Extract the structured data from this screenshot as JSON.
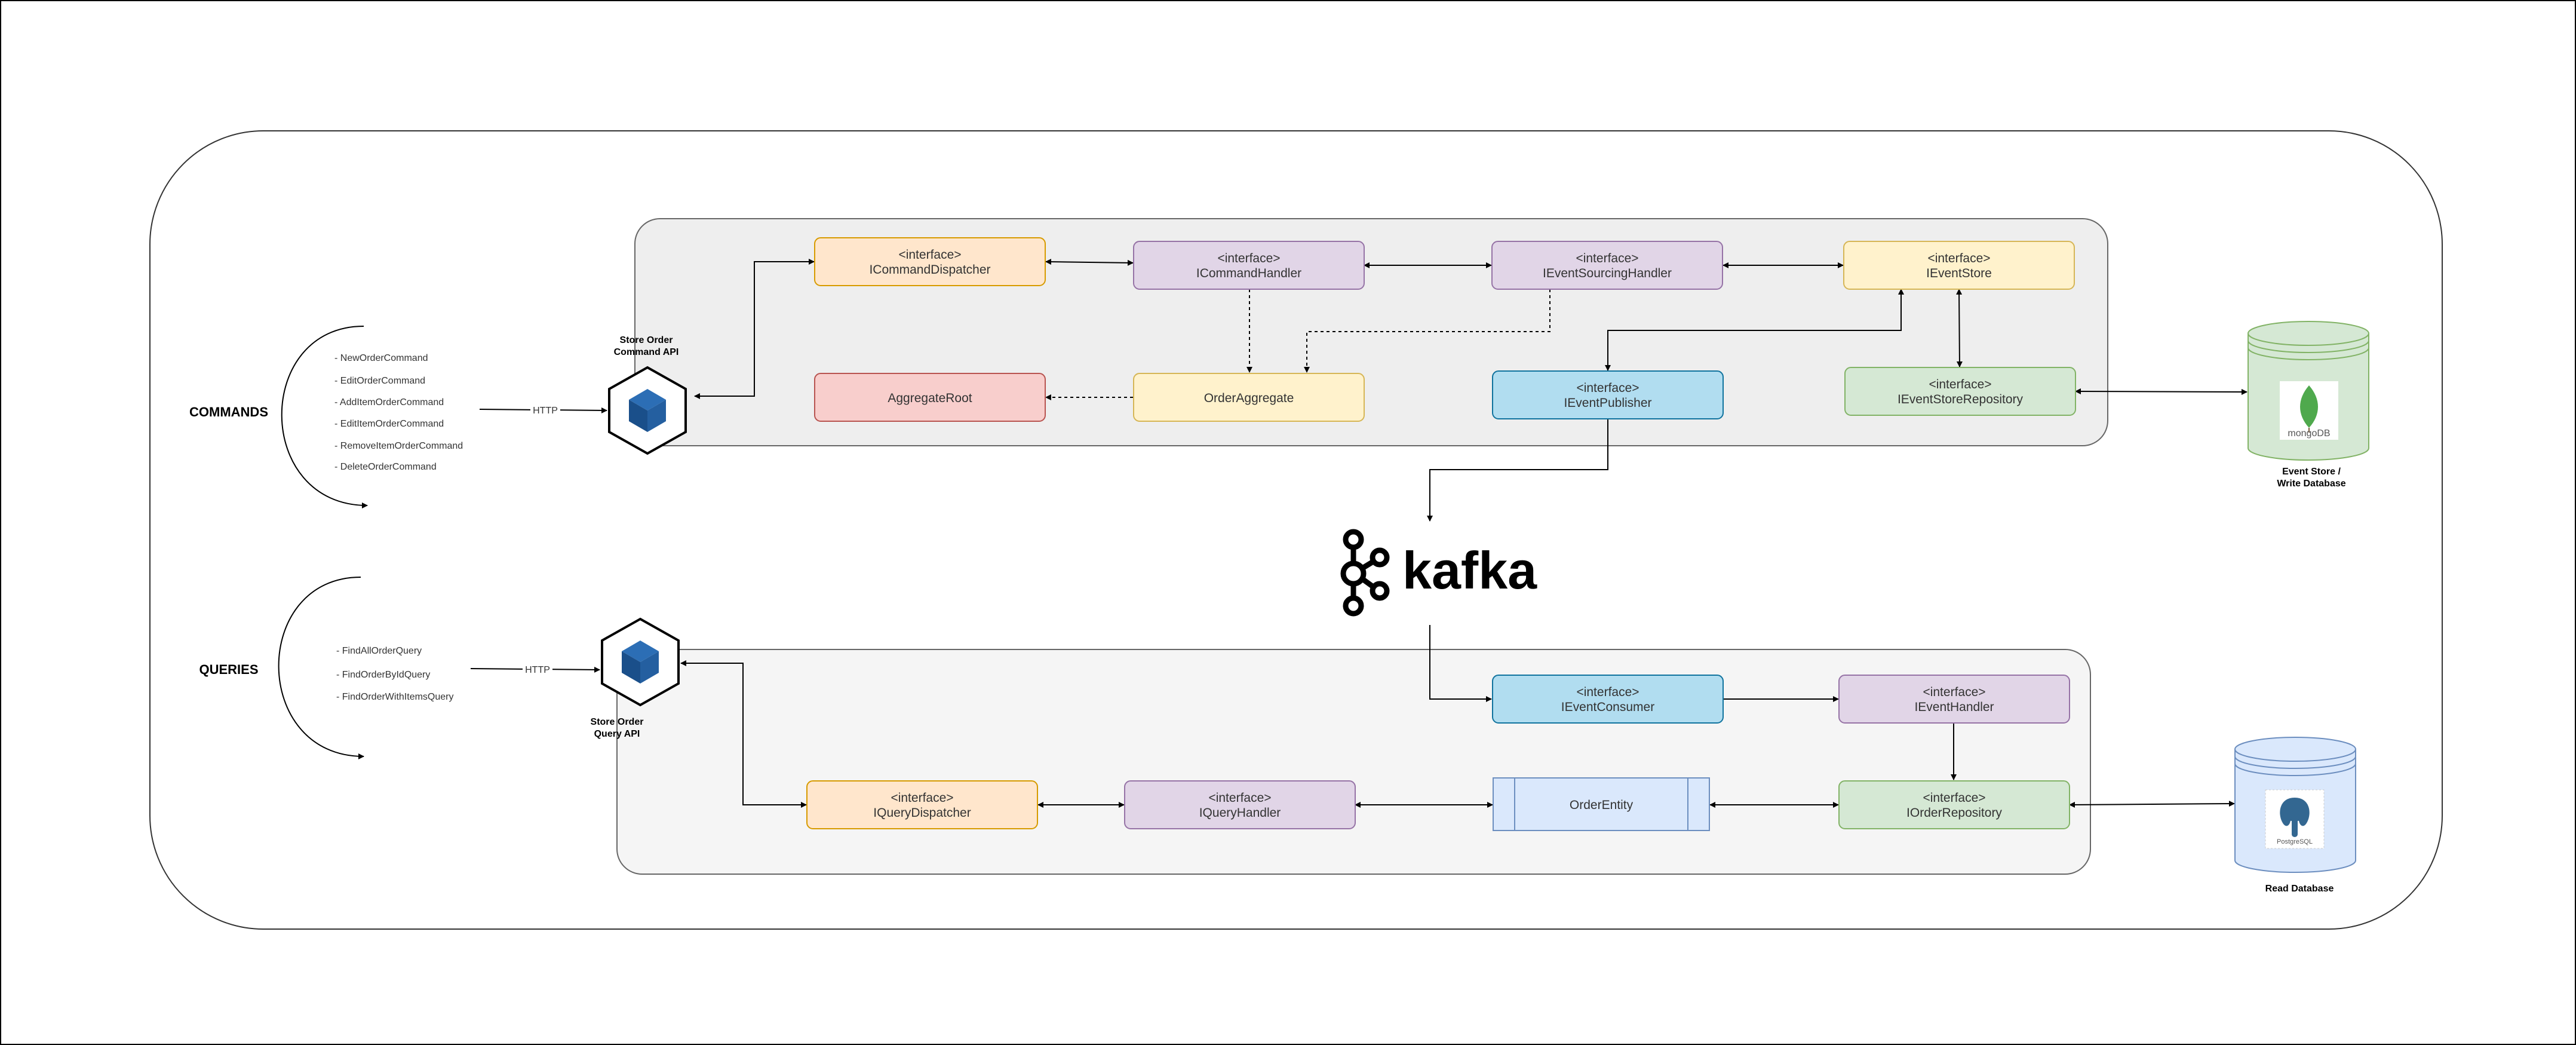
{
  "commands": {
    "title": "COMMANDS",
    "http_label": "HTTP",
    "items": [
      "- NewOrderCommand",
      "- EditOrderCommand",
      "- AddItemOrderCommand",
      "- EditItemOrderCommand",
      "- RemoveItemOrderCommand",
      "- DeleteOrderCommand"
    ]
  },
  "queries": {
    "title": "QUERIES",
    "http_label": "HTTP",
    "items": [
      "- FindAllOrderQuery",
      "- FindOrderByIdQuery",
      "- FindOrderWithItemsQuery"
    ]
  },
  "command_api": {
    "line1": "Store Order",
    "line2": "Command API"
  },
  "query_api": {
    "line1": "Store Order",
    "line2": "Query API"
  },
  "nodes": {
    "command_dispatcher": {
      "stereotype": "<interface>",
      "name": "ICommandDispatcher"
    },
    "command_handler": {
      "stereotype": "<interface>",
      "name": "ICommandHandler"
    },
    "event_sourcing_handler": {
      "stereotype": "<interface>",
      "name": "IEventSourcingHandler"
    },
    "event_store": {
      "stereotype": "<interface>",
      "name": "IEventStore"
    },
    "aggregate_root": {
      "name": "AggregateRoot"
    },
    "order_aggregate": {
      "name": "OrderAggregate"
    },
    "event_publisher": {
      "stereotype": "<interface>",
      "name": "IEventPublisher"
    },
    "event_store_repository": {
      "stereotype": "<interface>",
      "name": "IEventStoreRepository"
    },
    "event_consumer": {
      "stereotype": "<interface>",
      "name": "IEventConsumer"
    },
    "event_handler": {
      "stereotype": "<interface>",
      "name": "IEventHandler"
    },
    "query_dispatcher": {
      "stereotype": "<interface>",
      "name": "IQueryDispatcher"
    },
    "query_handler": {
      "stereotype": "<interface>",
      "name": "IQueryHandler"
    },
    "order_entity": {
      "name": "OrderEntity"
    },
    "order_repository": {
      "stereotype": "<interface>",
      "name": "IOrderRepository"
    }
  },
  "kafka": {
    "label": "kafka"
  },
  "mongodb": {
    "logo_text": "mongoDB",
    "line1": "Event Store /",
    "line2": "Write Database"
  },
  "postgres": {
    "logo_text": "PostgreSQL",
    "line1": "Read Database"
  },
  "colors": {
    "orange_fill": "#ffe6cc",
    "orange_stroke": "#d79b00",
    "purple_fill": "#e1d5e7",
    "purple_stroke": "#9673a6",
    "yellow_fill": "#fff2cc",
    "yellow_stroke": "#d6b656",
    "red_fill": "#f8cecc",
    "red_stroke": "#b85450",
    "blue_fill": "#b1ddf0",
    "blue_stroke": "#10739e",
    "green_fill": "#d5e8d4",
    "green_stroke": "#82b366",
    "lightblue_fill": "#dae8fc",
    "lightblue_stroke": "#6c8ebf",
    "panel_fill": "#eeeeee",
    "panel_stroke": "#666666"
  }
}
